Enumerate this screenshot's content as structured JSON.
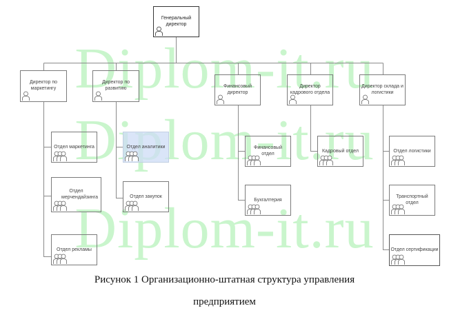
{
  "watermark": {
    "text": "Diplom-it.ru",
    "color": "#c9f5cc"
  },
  "chart": {
    "root": {
      "id": "gen",
      "label": "Генеральный директор",
      "icon": "person-icon"
    },
    "directors": [
      {
        "id": "dir-marketing",
        "label": "Директор по маркетингу",
        "icon": "person-icon",
        "departments": [
          {
            "id": "dept-marketing",
            "label": "Отдел маркетинга",
            "icon": "group-icon"
          },
          {
            "id": "dept-merch",
            "label": "Отдел мерчендайзинга",
            "icon": "group-icon"
          },
          {
            "id": "dept-ads",
            "label": "Отдел рекламы",
            "icon": "group-icon"
          }
        ]
      },
      {
        "id": "dir-development",
        "label": "Директор по развитию",
        "icon": "person-icon",
        "departments": [
          {
            "id": "dept-analytics",
            "label": "Отдел аналитики",
            "icon": "group-icon",
            "highlighted": true
          },
          {
            "id": "dept-purchases",
            "label": "Отдел закупок",
            "icon": "group-icon"
          }
        ]
      },
      {
        "id": "dir-finance",
        "label": "Финансовый директор",
        "icon": "person-icon",
        "departments": [
          {
            "id": "dept-finance",
            "label": "Финансовый отдел",
            "icon": "group-icon"
          },
          {
            "id": "dept-accounting",
            "label": "Бухгалтерия",
            "icon": "group-icon"
          }
        ]
      },
      {
        "id": "dir-hr",
        "label": "Директор кадрового отдела",
        "icon": "person-icon",
        "departments": [
          {
            "id": "dept-hr",
            "label": "Кадровый отдел",
            "icon": "group-icon"
          }
        ]
      },
      {
        "id": "dir-logistics",
        "label": "Директор склада и логистики",
        "icon": "person-icon",
        "departments": [
          {
            "id": "dept-logistics",
            "label": "Отдел логистики",
            "icon": "group-icon"
          },
          {
            "id": "dept-transport",
            "label": "Транспортный отдел",
            "icon": "group-icon"
          },
          {
            "id": "dept-certification",
            "label": "Отдел сертификации",
            "icon": "group-icon"
          }
        ]
      }
    ],
    "colors": {
      "line": "#8a8a8a",
      "box_border": "#7a7a7a",
      "root_border": "#333333",
      "highlight_fill": "#dce6f6"
    }
  },
  "caption": {
    "line1": "Рисунок 1 Организационно-штатная структура управления",
    "line2": "предприятием"
  }
}
